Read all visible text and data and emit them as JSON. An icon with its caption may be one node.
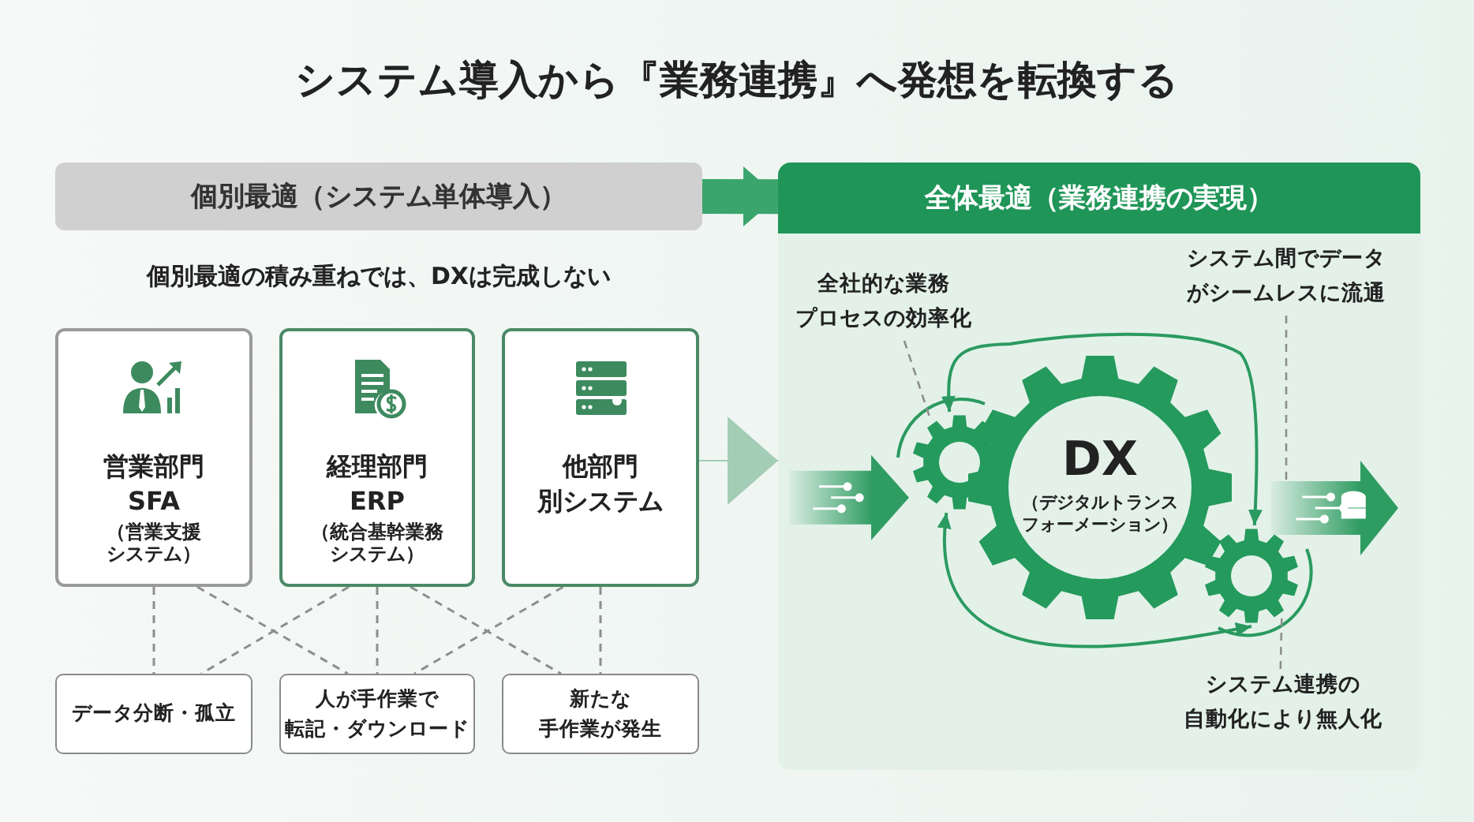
{
  "diagram": {
    "title": "システム導入から『業務連携』へ発想を転換する",
    "nodes": [
      {
        "text": [
          "個別最適（システム単体導入）"
        ]
      },
      {
        "text": [
          "全体最適（業務連携の実現）"
        ]
      },
      {
        "text": [
          "営業部門",
          "SFA",
          "（営業支援システム）"
        ]
      },
      {
        "text": [
          "経理部門",
          "ERP",
          "（統合基幹業務システム）"
        ]
      },
      {
        "text": [
          "他部門",
          "別システム"
        ]
      },
      {
        "text": [
          "データ分断・孤立"
        ]
      },
      {
        "text": [
          "人が手作業で転記・ダウンロード"
        ]
      },
      {
        "text": [
          "新たな手作業が発生"
        ]
      },
      {
        "text": [
          "DX",
          "（デジタルトランスフォーメーション）"
        ],
        "in": 1
      },
      {
        "text": [],
        "shape": "gear",
        "in": 1
      },
      {
        "text": [],
        "shape": "gear",
        "in": 1
      },
      {
        "text": [
          "全社的な業務プロセスの効率化"
        ],
        "in": 1
      },
      {
        "text": [
          "システム間でデータがシームレスに流通"
        ],
        "in": 1
      },
      {
        "text": [],
        "shape": "arrow",
        "in": 1
      },
      {
        "text": [
          "システム連携の自動化により無人化"
        ],
        "in": 1
      }
    ],
    "edges": [
      {
        "from": 0,
        "to": 1,
        "arrow": "to",
        "style": "thick",
        "color": "#3aa56c"
      },
      {
        "from": 4,
        "to": 1,
        "arrow": "to",
        "color": "#a3cdb5"
      },
      {
        "from": 2,
        "to": 5,
        "arrow": "none",
        "style": "dashed"
      },
      {
        "from": 2,
        "to": 6,
        "arrow": "none",
        "style": "dashed"
      },
      {
        "from": 3,
        "to": 5,
        "arrow": "none",
        "style": "dashed"
      },
      {
        "from": 3,
        "to": 6,
        "arrow": "none",
        "style": "dashed"
      },
      {
        "from": 3,
        "to": 7,
        "arrow": "none",
        "style": "dashed"
      },
      {
        "from": 4,
        "to": 6,
        "arrow": "none",
        "style": "dashed"
      },
      {
        "from": 4,
        "to": 7,
        "arrow": "none",
        "style": "dashed"
      },
      {
        "from": 11,
        "to": 9,
        "arrow": "none",
        "style": "dashed"
      },
      {
        "from": 12,
        "to": 13,
        "arrow": "none",
        "style": "dashed"
      },
      {
        "from": 14,
        "to": 10,
        "arrow": "none",
        "style": "dashed"
      },
      {
        "from": 9,
        "to": 10,
        "arrow": "both",
        "color": "#2b9a60"
      },
      {
        "from": 9,
        "to": 10,
        "arrow": "both",
        "color": "#2b9a60"
      },
      {
        "from": null,
        "to": 9,
        "arrow": "to",
        "style": "thick",
        "color": "#2f9c62"
      }
    ],
    "labels": [
      "個別最適の積み重ねでは、DXは完成しない"
    ]
  }
}
